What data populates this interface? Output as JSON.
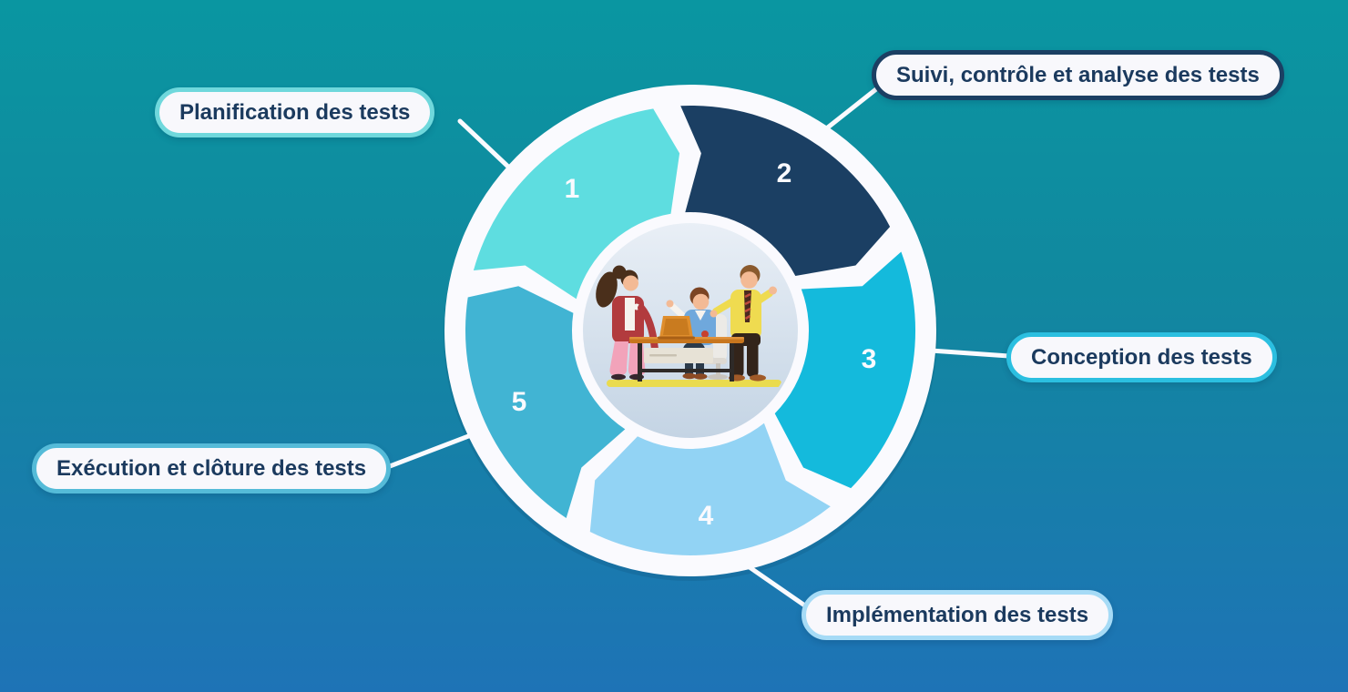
{
  "background": {
    "gradient_top": "#0A96A1",
    "gradient_bottom": "#1E73B6"
  },
  "canvas_white": "#FAFAFE",
  "label_text_color": "#1B3A5E",
  "diagram": {
    "type": "cycle",
    "center_illustration": "three-colleagues-discussing-at-desk-with-laptop",
    "steps": [
      {
        "number": "1",
        "label": "Planification des tests",
        "segment_color": "#5EDDE0",
        "border_color": "#6FD8DC"
      },
      {
        "number": "2",
        "label": "Suivi, contrôle et analyse des tests",
        "segment_color": "#1B3F63",
        "border_color": "#1B3F63"
      },
      {
        "number": "3",
        "label": "Conception des tests",
        "segment_color": "#14BADC",
        "border_color": "#2BBFE0"
      },
      {
        "number": "4",
        "label": "Implémentation des tests",
        "segment_color": "#92D3F4",
        "border_color": "#A6DBF6"
      },
      {
        "number": "5",
        "label": "Exécution et clôture des tests",
        "segment_color": "#41B4D3",
        "border_color": "#55BBD8"
      }
    ]
  }
}
